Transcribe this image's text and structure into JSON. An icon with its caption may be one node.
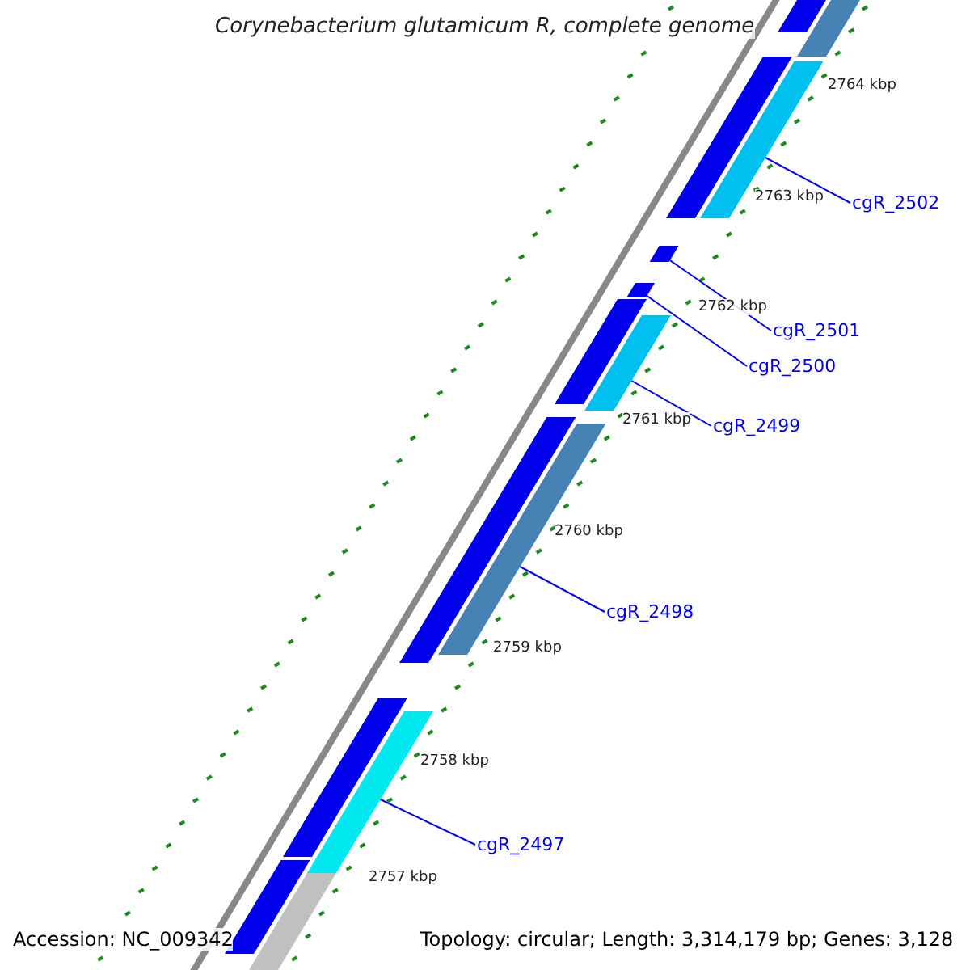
{
  "diagram": {
    "title": "Corynebacterium glutamicum R, complete genome",
    "nodes": [
      {
        "text": [
          "cgR_2502"
        ]
      },
      {
        "text": [],
        "shape": "bar"
      },
      {
        "text": [
          "cgR_2501"
        ]
      },
      {
        "text": [],
        "shape": "bar"
      },
      {
        "text": [
          "cgR_2500"
        ]
      },
      {
        "text": [],
        "shape": "bar"
      },
      {
        "text": [
          "cgR_2499"
        ]
      },
      {
        "text": [],
        "shape": "bar"
      },
      {
        "text": [
          "cgR_2498"
        ]
      },
      {
        "text": [],
        "shape": "bar"
      },
      {
        "text": [
          "cgR_2497"
        ]
      },
      {
        "text": [],
        "shape": "bar"
      },
      {
        "text": [],
        "shape": "bar"
      },
      {
        "text": [],
        "shape": "bar"
      },
      {
        "text": [],
        "shape": "bar"
      },
      {
        "text": [],
        "shape": "bar"
      },
      {
        "text": [],
        "shape": "bar"
      },
      {
        "text": [],
        "shape": "bar"
      },
      {
        "text": [],
        "shape": "bar"
      },
      {
        "text": [],
        "shape": "bar"
      }
    ],
    "edges": [
      {
        "from": 0,
        "to": 1,
        "arrow": "none"
      },
      {
        "from": 2,
        "to": 3,
        "arrow": "none"
      },
      {
        "from": 4,
        "to": 5,
        "arrow": "none"
      },
      {
        "from": 6,
        "to": 7,
        "arrow": "none"
      },
      {
        "from": 8,
        "to": 9,
        "arrow": "none"
      },
      {
        "from": 10,
        "to": 11,
        "arrow": "none"
      }
    ],
    "labels": [
      "2764 kbp",
      "2763 kbp",
      "2762 kbp",
      "2761 kbp",
      "2760 kbp",
      "2759 kbp",
      "2758 kbp",
      "2757 kbp",
      "Accession: NC_009342",
      "Topology: circular; Length: 3,314,179 bp; Genes: 3,128"
    ]
  }
}
